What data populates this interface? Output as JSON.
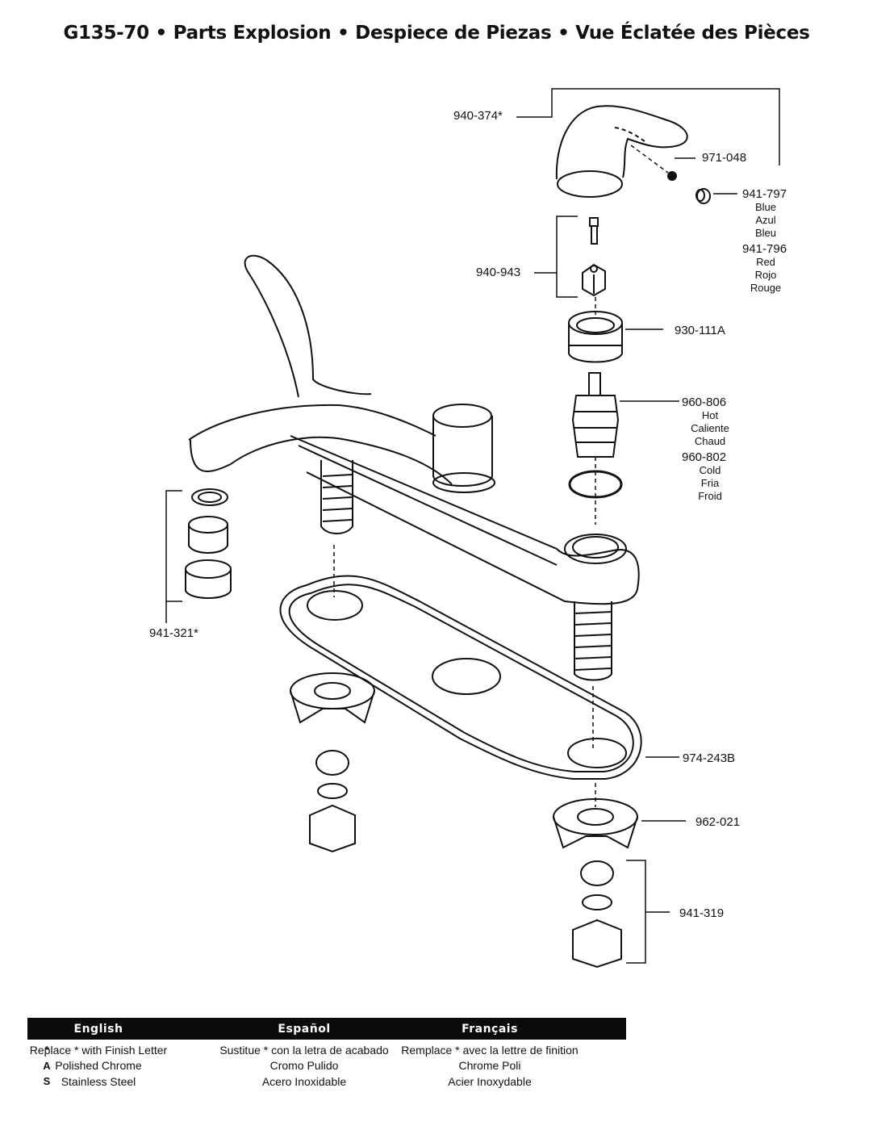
{
  "title": "G135-70  •  Parts Explosion  •  Despiece de Piezas  •  Vue Éclatée des Pièces",
  "parts": {
    "p940_374": "940-374*",
    "p971_048": "971-048",
    "p941_797": "941-797",
    "p941_797_colors": [
      "Blue",
      "Azul",
      "Bleu"
    ],
    "p941_796": "941-796",
    "p941_796_colors": [
      "Red",
      "Rojo",
      "Rouge"
    ],
    "p940_943": "940-943",
    "p930_111A": "930-111A",
    "p960_806": "960-806",
    "p960_806_desc": [
      "Hot",
      "Caliente",
      "Chaud"
    ],
    "p960_802": "960-802",
    "p960_802_desc": [
      "Cold",
      "Fria",
      "Froid"
    ],
    "p941_321": "941-321*",
    "p974_243B": "974-243B",
    "p962_021": "962-021",
    "p941_319": "941-319"
  },
  "legend": {
    "headers": [
      "English",
      "Español",
      "Français"
    ],
    "rows": [
      {
        "code": "*",
        "en": "Replace * with Finish Letter",
        "es": "Sustitue * con la letra de acabado",
        "fr": "Remplace * avec la lettre de finition"
      },
      {
        "code": "A",
        "en": "Polished Chrome",
        "es": "Cromo Pulido",
        "fr": "Chrome Poli"
      },
      {
        "code": "S",
        "en": "Stainless Steel",
        "es": "Acero Inoxidable",
        "fr": "Acier Inoxydable"
      }
    ]
  }
}
